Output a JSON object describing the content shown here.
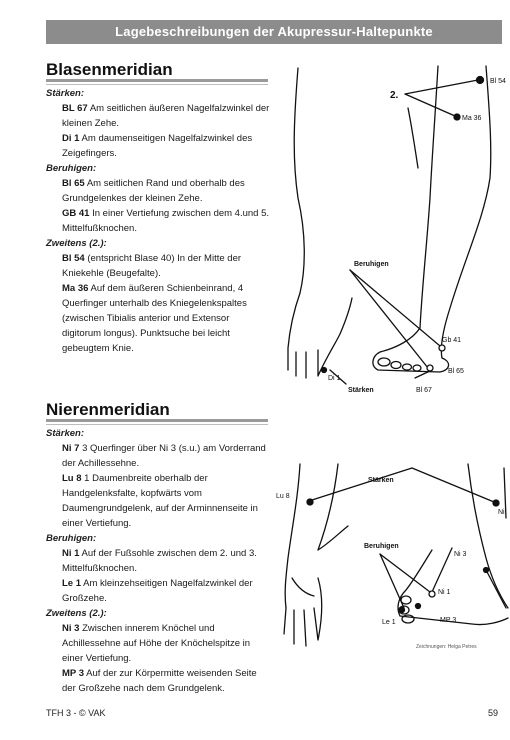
{
  "banner": "Lagebeschreibungen der Akupressur-Haltepunkte",
  "blasen": {
    "title": "Blasenmeridian",
    "staerken_heading": "Stärken:",
    "e1_code": "BL 67",
    "e1_text": " Am seitlichen äußeren Nagelfalzwinkel der kleinen Zehe.",
    "e2_code": "Di 1",
    "e2_text": " Am daumenseitigen Nagelfalzwinkel des Zeigefingers.",
    "beruhigen_heading": "Beruhigen:",
    "e3_code": "Bl 65",
    "e3_text": " Am seitlichen Rand und oberhalb des Grundgelenkes der kleinen Zehe.",
    "e4_code": "GB 41",
    "e4_text": " In einer Vertiefung zwischen dem 4.und 5. Mittelfußknochen.",
    "zweitens_heading": "Zweitens (2.):",
    "e5_code": "Bl 54",
    "e5_text": " (entspricht Blase 40) In der Mitte der Kniekehle (Beugefalte).",
    "e6_code": "Ma 36",
    "e6_text": " Auf dem äußeren Schienbeinrand, 4 Querfinger unterhalb des Kniegelenkspaltes (zwischen Tibialis anterior und Extensor digitorum longus). Punktsuche bei leicht gebeugtem Knie."
  },
  "nieren": {
    "title": "Nierenmeridian",
    "staerken_heading": "Stärken:",
    "e1_code": "Ni 7",
    "e1_text": " 3 Querfinger über Ni 3 (s.u.) am Vorderrand der Achillessehne.",
    "e2_code": "Lu 8",
    "e2_text": " 1 Daumenbreite oberhalb der Handgelenksfalte, kopfwärts vom Daumengrundgelenk, auf der Arminnenseite in einer Vertiefung.",
    "beruhigen_heading": "Beruhigen:",
    "e3_code": "Ni 1",
    "e3_text": " Auf der Fußsohle zwischen dem 2. und 3. Mittelfußknochen.",
    "e4_code": "Le 1",
    "e4_text": " Am kleinzehseitigen Nagelfalzwinkel der Großzehe.",
    "zweitens_heading": "Zweitens (2.):",
    "e5_code": "Ni 3",
    "e5_text": " Zwischen innerem Knöchel und Achillessehne auf Höhe der Knöchelspitze in einer Vertiefung.",
    "e6_code": "MP 3",
    "e6_text": " Auf der zur Körpermitte weisenden Seite der Großzehe nach dem Grundgelenk."
  },
  "fig1": {
    "lbl_2": "2.",
    "lbl_bl54": "Bl 54",
    "lbl_ma36": "Ma 36",
    "lbl_beruhigen": "Beruhigen",
    "lbl_gb41": "Gb 41",
    "lbl_bl65": "Bl 65",
    "lbl_bl67": "Bl 67",
    "lbl_di1": "Di 1",
    "lbl_staerken": "Stärken"
  },
  "fig2": {
    "lbl_staerken": "Stärken",
    "lbl_lu8": "Lu 8",
    "lbl_ni": "Ni",
    "lbl_beruhigen": "Beruhigen",
    "lbl_ni3": "Ni 3",
    "lbl_ni1": "Ni 1",
    "lbl_mp3": "MP 3",
    "lbl_le1": "Le 1",
    "credit": "Zeichnungen: Helga Petres"
  },
  "footer": {
    "left": "TFH 3 - © VAK",
    "page": "59"
  }
}
